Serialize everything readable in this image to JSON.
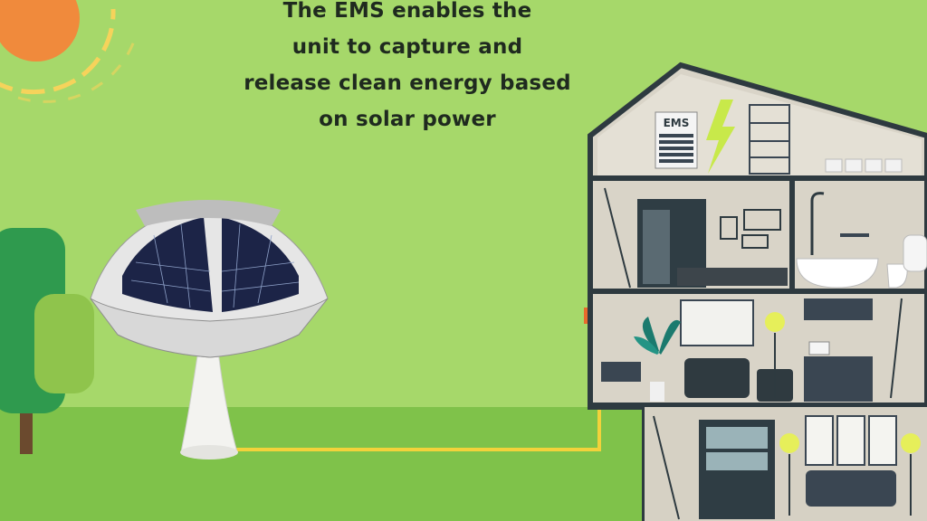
{
  "caption": {
    "lines": [
      "The EMS enables the",
      "unit to capture and",
      "release clean energy based",
      "on solar power"
    ]
  },
  "house": {
    "ems_label": "EMS"
  },
  "colors": {
    "background": "#a6d86a",
    "ground": "#7fc24a",
    "cable": "#f3d23b",
    "house_outline": "#2e3a40",
    "sun": "#f08a3c"
  },
  "icons": [
    "sun-icon",
    "tree-icon",
    "solar-umbrella-icon",
    "lightning-bolt-icon",
    "house-icon"
  ]
}
